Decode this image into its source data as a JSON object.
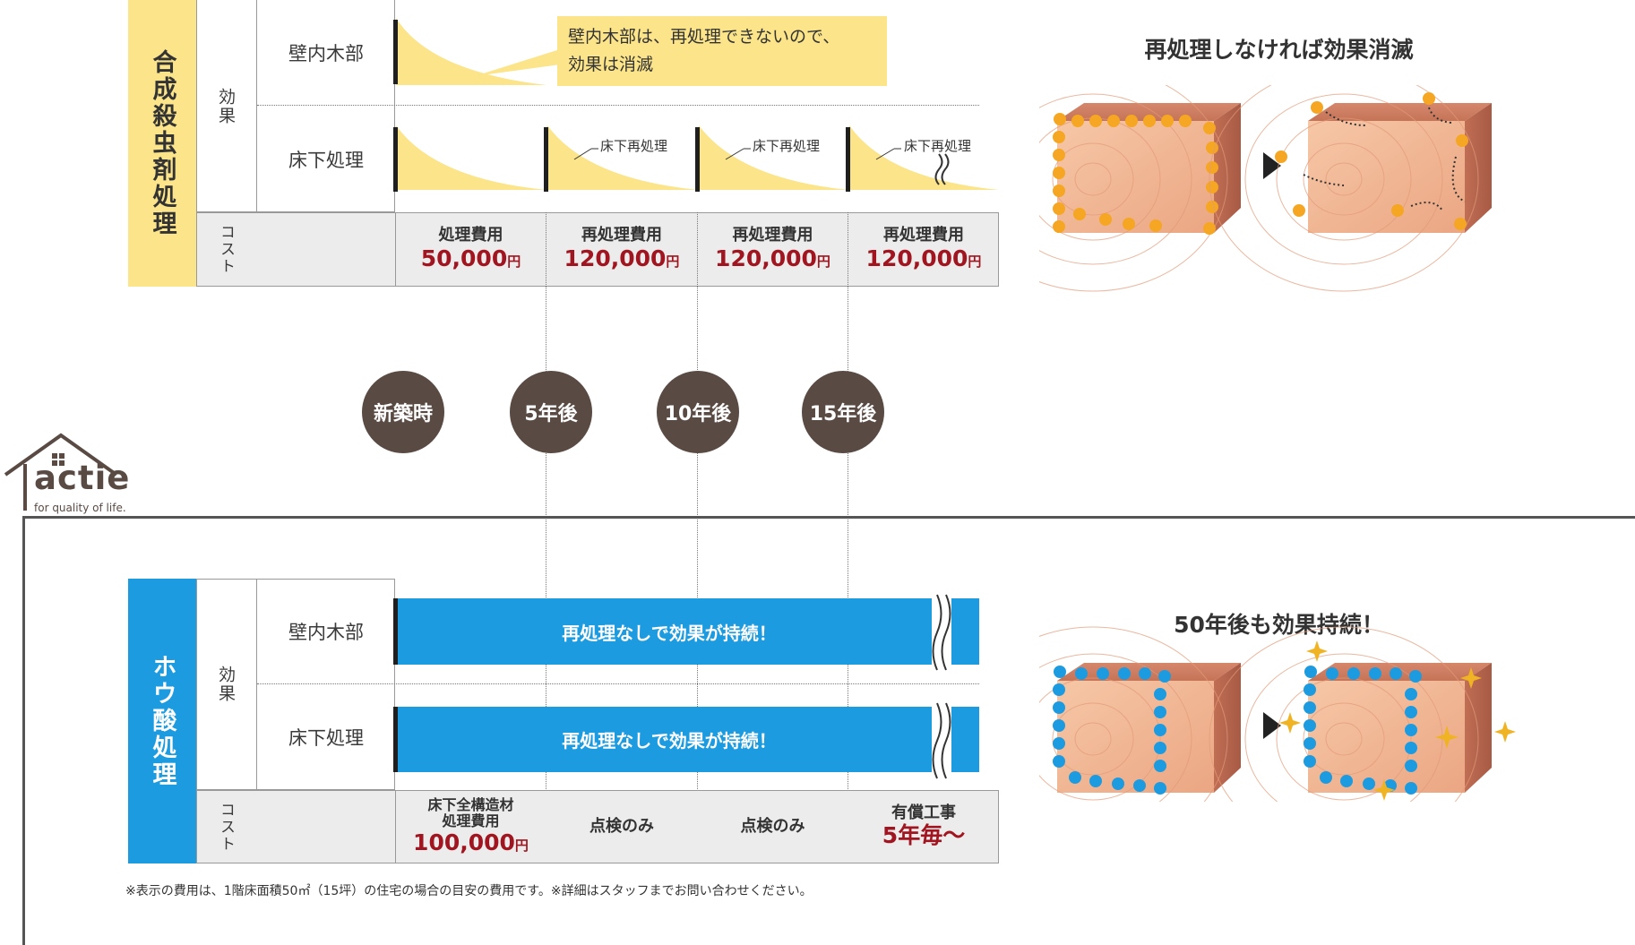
{
  "top": {
    "title": "合成殺虫剤処理",
    "effect_label": "効果",
    "rows": [
      "壁内木部",
      "床下処理"
    ],
    "cost_label": "コスト",
    "callout": [
      "壁内木部は、再処理できないので、",
      "効果は消滅"
    ],
    "retreat_label": "床下再処理",
    "costs": [
      {
        "label": "処理費用",
        "value": "50,000",
        "unit": "円"
      },
      {
        "label": "再処理費用",
        "value": "120,000",
        "unit": "円"
      },
      {
        "label": "再処理費用",
        "value": "120,000",
        "unit": "円"
      },
      {
        "label": "再処理費用",
        "value": "120,000",
        "unit": "円"
      }
    ],
    "heading": "再処理しなければ効果消滅"
  },
  "timeline": [
    "新築時",
    "5年後",
    "10年後",
    "15年後"
  ],
  "logo": {
    "name": "actie",
    "tagline": "for quality of life."
  },
  "bottom": {
    "title": "ホウ酸処理",
    "effect_label": "効果",
    "rows": [
      "壁内木部",
      "床下処理"
    ],
    "cost_label": "コスト",
    "bar_text": "再処理なしで効果が持続！",
    "cost0_lines": [
      "床下全構造材",
      "処理費用"
    ],
    "cost0_value": "100,000",
    "cost0_unit": "円",
    "inspection": "点検のみ",
    "paid_label": "有償工事",
    "paid_value": "5年毎～",
    "heading": "50年後も効果持続！"
  },
  "footnote": "※表示の費用は、1階床面積50㎡（15坪）の住宅の場合の目安の費用です。※詳細はスタッフまでお問い合わせください。",
  "colors": {
    "yellow": "#fbe489",
    "blue": "#1d9be0",
    "brown": "#5a4a44",
    "red": "#a0151f",
    "orange": "#f5a623",
    "gray": "#ececec"
  },
  "icons": [
    "wood-block-icon",
    "arrow-right-icon",
    "sparkle-icon",
    "break-mark-icon"
  ]
}
